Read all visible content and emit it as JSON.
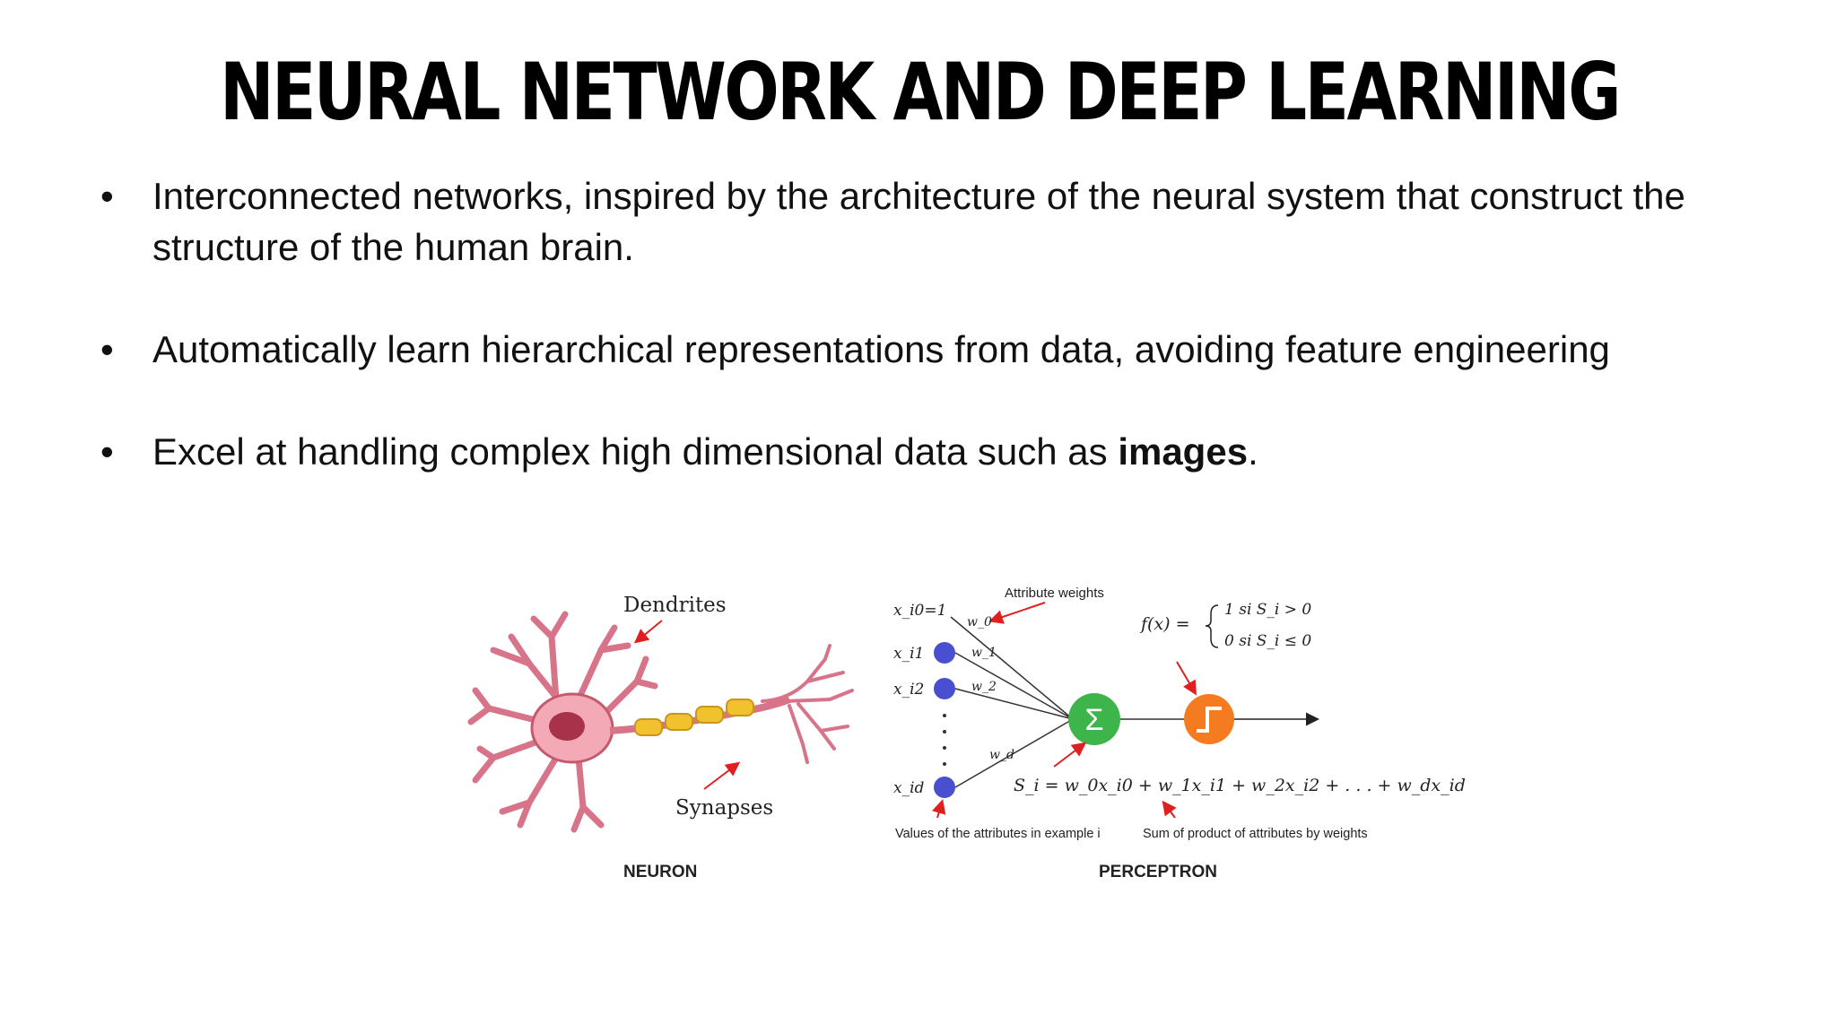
{
  "slide": {
    "title": "NEURAL NETWORK AND DEEP LEARNING",
    "bullets": [
      {
        "marker": "•",
        "text": "Interconnected networks, inspired by the architecture of the neural system that construct the structure of the human brain."
      },
      {
        "marker": "•",
        "text": "Automatically learn hierarchical representations from data, avoiding feature engineering"
      },
      {
        "marker": "•",
        "text_before": "Excel at handling complex high dimensional data such as ",
        "bold": "images",
        "text_after": "."
      }
    ]
  },
  "figure": {
    "neuron": {
      "caption": "NEURON",
      "dendrites_label": "Dendrites",
      "synapses_label": "Synapses"
    },
    "perceptron": {
      "caption": "PERCEPTRON",
      "attribute_weights_label": "Attribute weights",
      "inputs": [
        "x_i0=1",
        "x_i1",
        "x_i2",
        "x_id"
      ],
      "weights": [
        "w_0",
        "w_1",
        "w_2",
        "w_d"
      ],
      "sum_symbol": "Σ",
      "activation_function": "f(x) =",
      "case_positive": "1 si S_i > 0",
      "case_nonpositive": "0 si S_i ≤ 0",
      "sum_formula": "S_i = w_0x_i0 + w_1x_i1 + w_2x_i2 + . . . + w_dx_id",
      "values_label": "Values of the attributes in example i",
      "sum_label": "Sum of product of attributes by weights"
    },
    "colors": {
      "neuron_body": "#f3a9b6",
      "neuron_outline": "#c45a6e",
      "nucleus": "#a8324a",
      "myelin": "#f2c12e",
      "input_node": "#4a4fd0",
      "sum_node": "#3db54a",
      "step_node": "#f47b20",
      "annotation_arrow": "#e02020"
    }
  }
}
